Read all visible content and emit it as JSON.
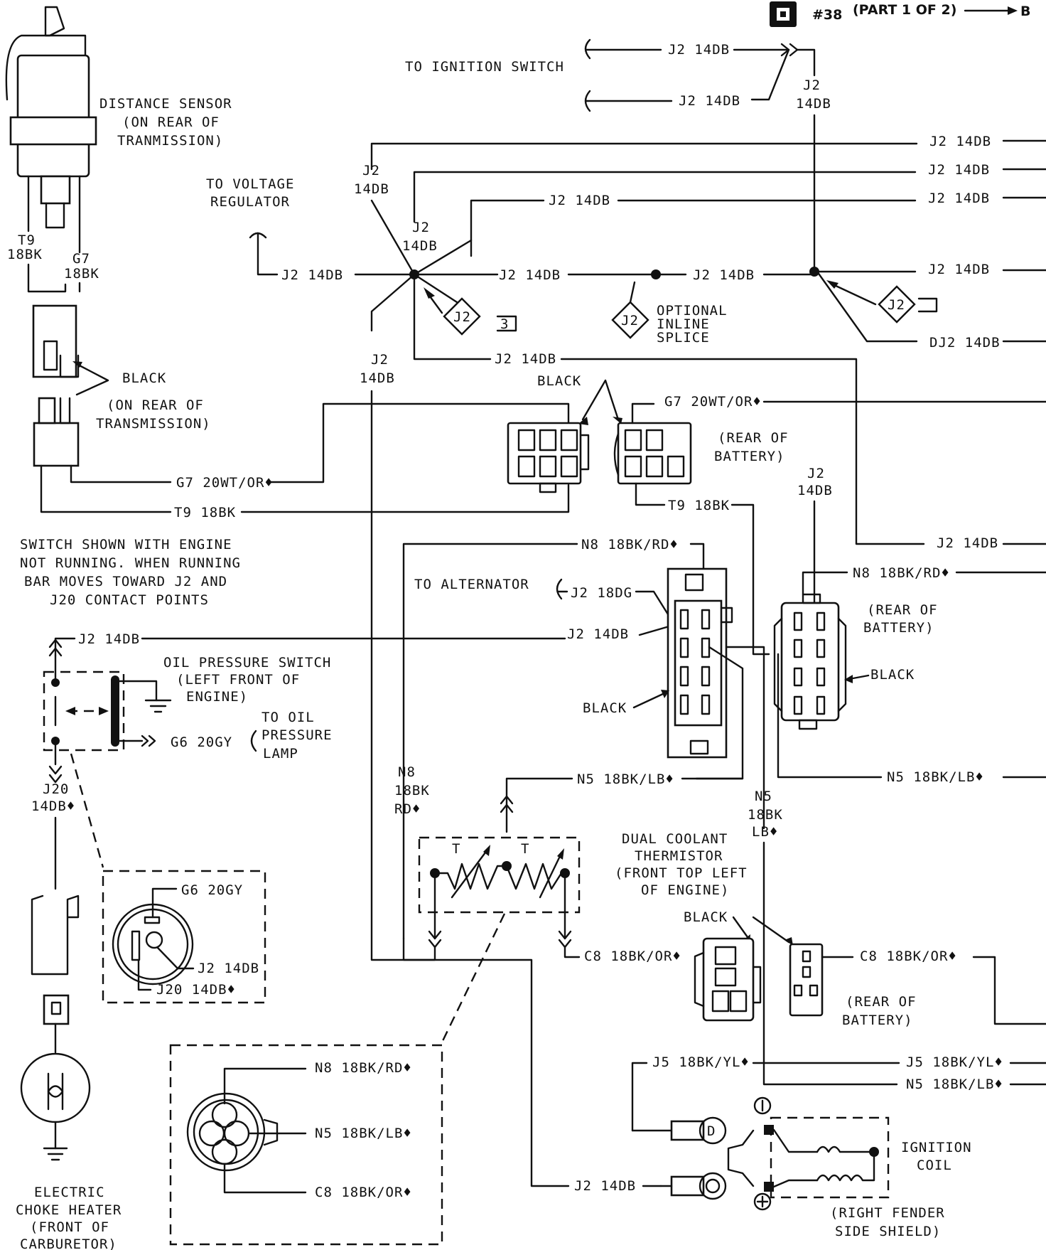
{
  "header": {
    "page_ref": "#38",
    "part_label": "(PART 1 OF 2)",
    "dest_letter": "B"
  },
  "labels": {
    "to_ignition_switch": "TO IGNITION SWITCH",
    "distance_sensor": [
      "DISTANCE SENSOR",
      "(ON REAR OF",
      "TRANMISSION)"
    ],
    "to_voltage_regulator": [
      "TO VOLTAGE",
      "REGULATOR"
    ],
    "black_rear_trans": [
      "(ON REAR OF",
      "TRANSMISSION)"
    ],
    "optional_inline_splice": [
      "OPTIONAL",
      "INLINE",
      "SPLICE"
    ],
    "rear_of_battery": [
      "(REAR OF",
      "BATTERY)"
    ],
    "switch_note": [
      "SWITCH SHOWN WITH ENGINE",
      "NOT RUNNING. WHEN RUNNING",
      "BAR MOVES TOWARD J2 AND",
      "J20 CONTACT POINTS"
    ],
    "to_alternator": "TO ALTERNATOR",
    "oil_pressure_switch": [
      "OIL PRESSURE SWITCH",
      "(LEFT FRONT OF",
      "ENGINE)"
    ],
    "to_oil_pressure_lamp": [
      "TO OIL",
      "PRESSURE",
      "LAMP"
    ],
    "dual_coolant_thermistor": [
      "DUAL COOLANT",
      "THERMISTOR",
      "(FRONT TOP LEFT",
      "OF ENGINE)"
    ],
    "electric_choke_heater": [
      "ELECTRIC",
      "CHOKE HEATER",
      "(FRONT OF",
      "CARBURETOR)"
    ],
    "ignition_coil": [
      "IGNITION",
      "COIL"
    ],
    "right_fender": [
      "(RIGHT FENDER",
      "SIDE SHIELD)"
    ],
    "black": "BLACK",
    "thermistor_T": "T",
    "splice_J2": "J2",
    "splice_3": "3"
  },
  "wires": {
    "j2_14db": "J2 14DB",
    "j2": "J2",
    "w14db": "14DB",
    "dj2_14db": "DJ2 14DB",
    "t9": "T9",
    "w18bk": "18BK",
    "g7": "G7",
    "g7_20wtor": "G7 20WT/OR♦",
    "t9_18bk": "T9 18BK",
    "n8_18bkrd": "N8 18BK/RD♦",
    "j2_18dg": "J2 18DG",
    "g6_20gy": "G6 20GY",
    "j20": "J20",
    "w14db_d": "14DB♦",
    "n8": "N8",
    "rd_d": "RD♦",
    "n5_18bklb": "N5 18BK/LB♦",
    "n5": "N5",
    "lb_d": "LB♦",
    "c8_18bkor": "C8 18BK/OR♦",
    "j20_14db": "J20 14DB♦",
    "j5_18bkyl": "J5 18BK/YL♦"
  }
}
